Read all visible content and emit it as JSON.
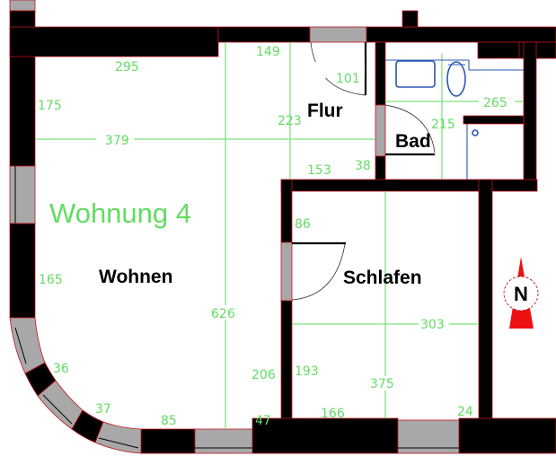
{
  "plan": {
    "title": "Wohnung 4",
    "rooms": {
      "wohnen": "Wohnen",
      "flur": "Flur",
      "bad": "Bad",
      "schlafen": "Schlafen"
    },
    "compass": {
      "letter": "N",
      "color": "#ee1111"
    },
    "dimensions": {
      "wohnen_top_width": "295",
      "wohnen_left_upper": "175",
      "wohnen_width": "379",
      "wohnen_left_lower": "165",
      "wohnen_depth": "626",
      "curve_window_1": "36",
      "curve_window_2": "37",
      "bottom_wall_left": "85",
      "bottom_wall_right": "47",
      "wohnen_right_lower": "206",
      "flur_top": "149",
      "flur_door_right": "101",
      "flur_depth": "223",
      "flur_bottom": "153",
      "flur_bad_door_gap": "38",
      "bad_width": "265",
      "bad_depth": "215",
      "schlafen_door_offset": "86",
      "schlafen_width": "303",
      "schlafen_left_lower": "193",
      "schlafen_depth": "375",
      "schlafen_bottom_left": "166",
      "schlafen_bottom_right": "24"
    },
    "colors": {
      "wall": "#000000",
      "wall_outline": "#c0141c",
      "window": "#a8a8a8",
      "dimension": "#62dc62",
      "fixture": "#2a58b0"
    }
  }
}
